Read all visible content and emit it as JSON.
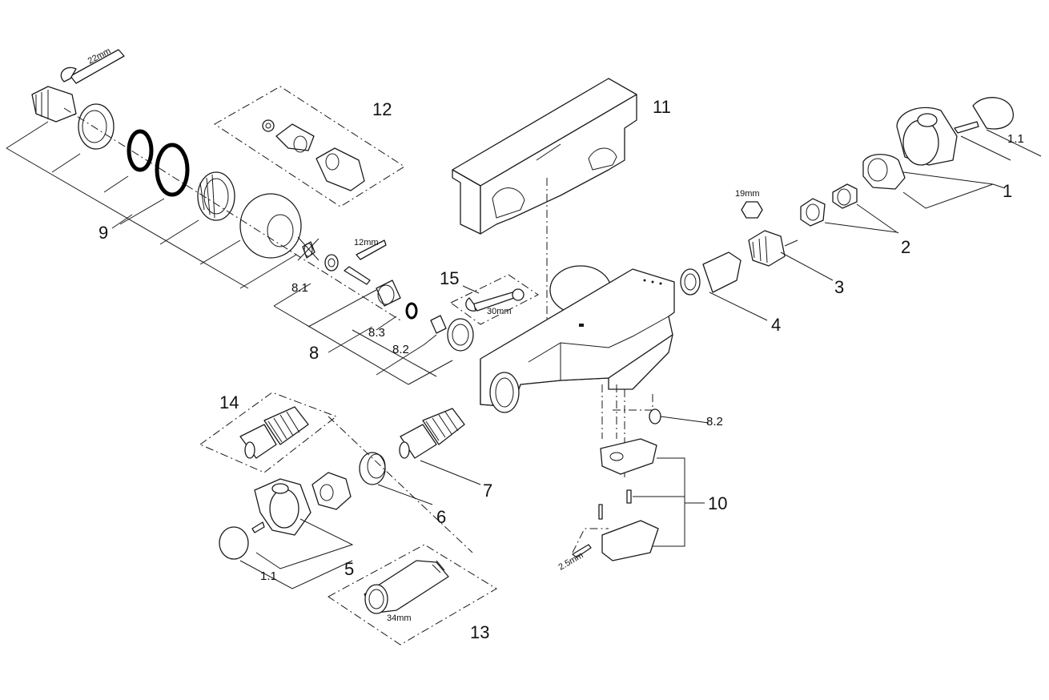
{
  "labels": {
    "p1": "1",
    "p1_1_right": "1.1",
    "p2": "2",
    "p3": "3",
    "p4": "4",
    "p5": "5",
    "p6": "6",
    "p7": "7",
    "p8": "8",
    "p8_1": "8.1",
    "p8_2_left": "8.2",
    "p8_2_right": "8.2",
    "p8_3": "8.3",
    "p9": "9",
    "p10": "10",
    "p11": "11",
    "p12": "12",
    "p13": "13",
    "p14": "14",
    "p15": "15",
    "p1_1_left": "1.1"
  },
  "tool_sizes": {
    "wrench_22": "22mm",
    "hex_key_12": "12mm",
    "socket_19": "19mm",
    "spanner_30": "30mm",
    "socket_34": "34mm",
    "hex_key_2_5": "2.5mm"
  }
}
